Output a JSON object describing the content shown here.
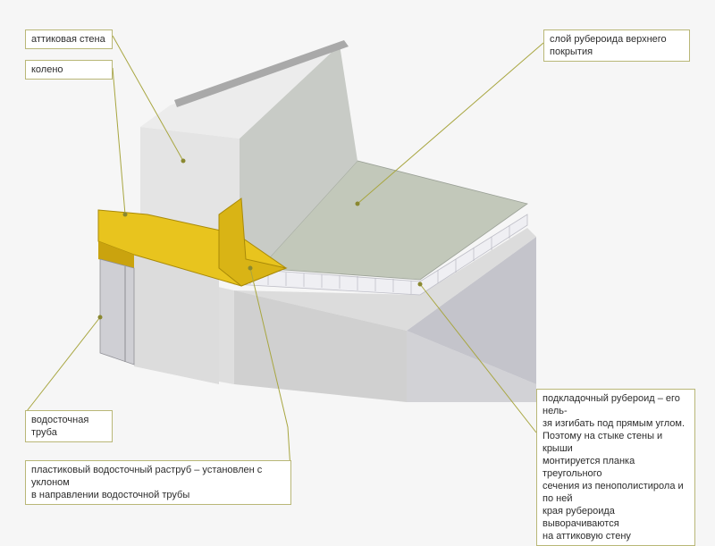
{
  "labels": {
    "attic_wall": "аттиковая стена",
    "knee": "колено",
    "drainpipe": "водосточная труба",
    "top_membrane": "слой рубероида верхнего\nпокрытия",
    "underlay": "подкладочный рубероид – его нель-\nзя изгибать под прямым углом.\nПоэтому на стыке стены и крыши\nмонтируется планка треугольного\nсечения из пенополистирола и по ней\nкрая рубероида выворачиваются\nна аттиковую стену",
    "funnel": "пластиковый водосточный раструб – установлен с уклоном\nв направлении водосточной трубы"
  },
  "colors": {
    "background": "#f6f6f6",
    "wall_top": "#e9e9e9",
    "wall_front": "#d8d8d8",
    "wall_side": "#c9c9cf",
    "roof_membrane": "#c2c8ba",
    "insulation": "#efeff3",
    "yellow_funnel": "#e8c41e",
    "leader": "#a8a640"
  }
}
